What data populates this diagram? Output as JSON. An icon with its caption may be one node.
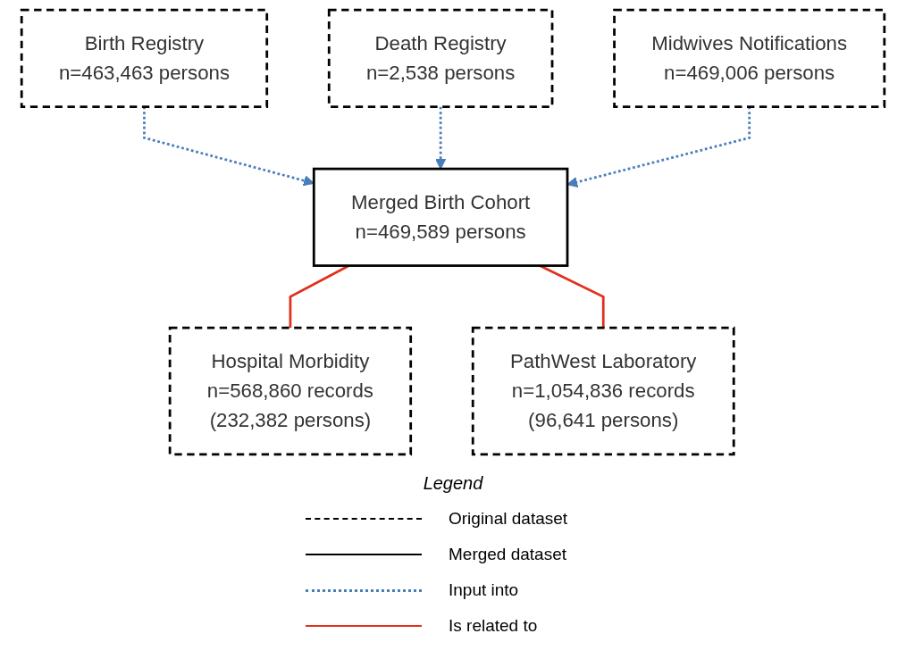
{
  "diagram": {
    "nodes": [
      {
        "text": [
          "Birth Registry",
          "n=463,463 persons"
        ]
      },
      {
        "text": [
          "Death Registry",
          "n=2,538 persons"
        ]
      },
      {
        "text": [
          "Midwives Notifications",
          "n=469,006 persons"
        ]
      },
      {
        "text": [
          "Merged Birth Cohort",
          "n=469,589 persons"
        ]
      },
      {
        "text": [
          "Hospital Morbidity",
          "n=568,860 records",
          "(232,382 persons)"
        ]
      },
      {
        "text": [
          "PathWest Laboratory",
          "n=1,054,836 records",
          "(96,641 persons)"
        ]
      }
    ],
    "edges": [
      {
        "from": 0,
        "to": 3,
        "arrow": "to",
        "style": "dashed",
        "color": "#4a7ebb"
      },
      {
        "from": 1,
        "to": 3,
        "arrow": "to",
        "style": "dashed",
        "color": "#4a7ebb"
      },
      {
        "from": 2,
        "to": 3,
        "arrow": "to",
        "style": "dashed",
        "color": "#4a7ebb"
      },
      {
        "from": 3,
        "to": 4,
        "arrow": "none",
        "color": "#e0301e"
      },
      {
        "from": 3,
        "to": 5,
        "arrow": "none",
        "color": "#e0301e"
      }
    ],
    "labels": [
      "Legend"
    ],
    "legend": [
      {
        "text": "Original dataset"
      },
      {
        "text": "Merged dataset"
      },
      {
        "text": "Input into"
      },
      {
        "text": "Is related to"
      }
    ]
  }
}
